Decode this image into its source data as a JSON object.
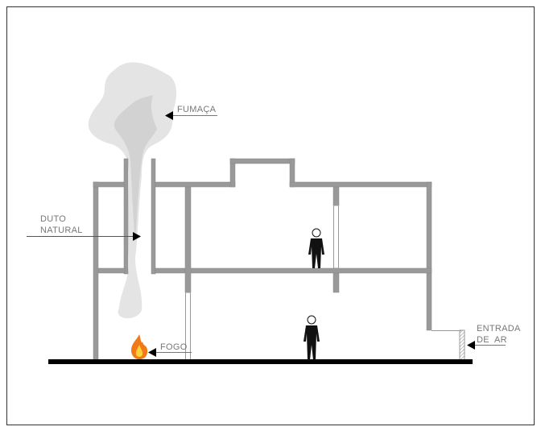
{
  "labels": {
    "smoke": "FUMAÇA",
    "duct_line1": "DUTO",
    "duct_line2": "NATURAL",
    "fire": "FOGO",
    "air_line1": "ENTRADA",
    "air_line2": "DE  AR"
  },
  "colors": {
    "wall": "#999999",
    "ground": "#000000",
    "smoke_light": "#e4e4e4",
    "smoke_dark": "#d2d2d2",
    "label": "#777777"
  }
}
